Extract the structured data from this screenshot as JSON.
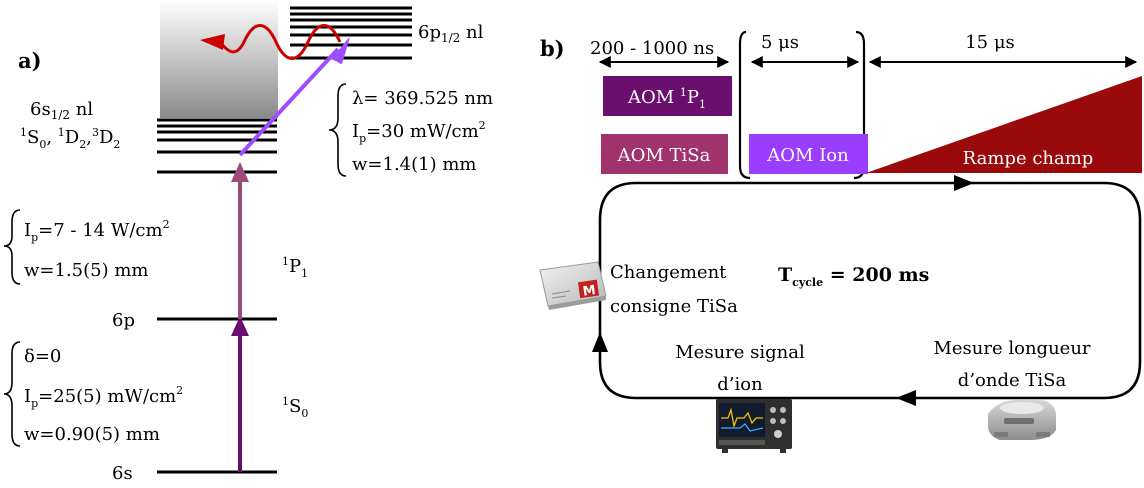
{
  "panel_a": {
    "panel_label": "a)",
    "rydberg_label_main": "6p",
    "rydberg_label_sub": "1/2",
    "rydberg_label_tail": " nl",
    "s_series_main": "6s",
    "s_series_sub": "1/2",
    "s_series_tail": " nl",
    "s_terms": {
      "S0_sup": "1",
      "S0_main": "S",
      "S0_sub": "0",
      "D2a_sup": "1",
      "D2a_main": "D",
      "D2a_sub": "2",
      "D2b_sup": "3",
      "D2b_main": "D",
      "D2b_sub": "2"
    },
    "level_6p": "6p",
    "level_6s": "6s",
    "term_1P1": {
      "sup": "1",
      "main": "P",
      "sub": "1"
    },
    "term_1S0": {
      "sup": "1",
      "main": "S",
      "sub": "0"
    },
    "laser_uv": {
      "lambda": "λ= 369.525 nm",
      "ip_main": "I",
      "ip_sub": "p",
      "ip_value": "=30 mW/cm",
      "ip_exp": "2",
      "waist": "w=1.4(1) mm",
      "color": "#9b4dff"
    },
    "laser_tisa": {
      "ip_main": "I",
      "ip_sub": "p",
      "ip_value": "=7 - 14 W/cm",
      "ip_exp": "2",
      "waist": "w=1.5(5) mm",
      "color": "#9c4a7a"
    },
    "laser_first": {
      "detuning": "δ=0",
      "ip_main": "I",
      "ip_sub": "p",
      "ip_value": "=25(5) mW/cm",
      "ip_exp": "2",
      "waist": "w=0.90(5) mm",
      "color": "#6b0f6e"
    },
    "ionization_arrow_color": "#cc0000"
  },
  "panel_b": {
    "panel_label": "b)",
    "durations": {
      "aom_pulse": "200 - 1000 ns",
      "ion_pulse": "5 μs",
      "ramp": "15 μs"
    },
    "blocks": {
      "aom_1p1_prefix": "AOM ",
      "aom_1p1_sup": "1",
      "aom_1p1_main": "P",
      "aom_1p1_sub": "1",
      "aom_tisa": "AOM TiSa",
      "aom_ion": "AOM Ion",
      "ramp": "Rampe champ"
    },
    "block_colors": {
      "aom_1p1": "#6b0f6e",
      "aom_tisa": "#a0336e",
      "aom_ion": "#9b3dff",
      "ramp": "#9b0a0a"
    },
    "cycle": {
      "t_main": "T",
      "t_sub": "cycle",
      "t_value": " = 200 ms"
    },
    "steps": {
      "change_line1": "Changement",
      "change_line2": "consigne TiSa",
      "signal_line1": "Mesure signal",
      "signal_line2": "d’ion",
      "wavelength_line1": "Mesure longueur",
      "wavelength_line2": "d’onde TiSa"
    },
    "device_logo_letter": "M"
  }
}
